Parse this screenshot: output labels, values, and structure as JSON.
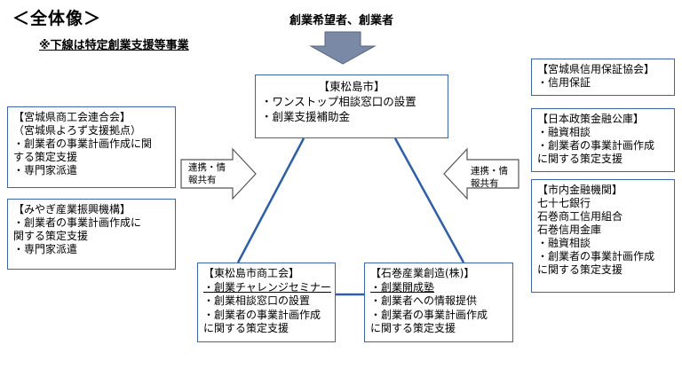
{
  "header": {
    "title": "＜全体像＞",
    "note": "※下線は特定創業支援等事業",
    "top_label": "創業希望者、創業者"
  },
  "center": {
    "title": "【東松島市】",
    "items": [
      "・ワンストップ相談窓口の設置",
      "・創業支援補助金"
    ]
  },
  "left_arrow_label": [
    "連携・情",
    "報共有"
  ],
  "right_arrow_label": [
    "連携・情",
    "報共有"
  ],
  "left_boxes": [
    {
      "lines": [
        "【宮城県商工会連合会】",
        "（宮城県よろず支援拠点）",
        "・創業者の事業計画作成に関",
        "する策定支援",
        "・専門家派遣"
      ]
    },
    {
      "lines": [
        "【みやぎ産業振興機構】",
        "・創業者の事業計画作成に",
        "関する策定支援",
        "・専門家派遣"
      ]
    }
  ],
  "right_boxes": [
    {
      "lines": [
        "【宮城県信用保証協会】",
        "・信用保証"
      ]
    },
    {
      "lines": [
        "【日本政策金融公庫】",
        "・融資相談",
        "・創業者の事業計画作成",
        "に関する策定支援"
      ]
    },
    {
      "lines": [
        "【市内金融機関】",
        "七十七銀行",
        "石巻商工信用組合",
        "石巻信用金庫",
        "・融資相談",
        "・創業者の事業計画作成",
        "に関する策定支援"
      ]
    }
  ],
  "bottom_left": {
    "lines": [
      "【東松島市商工会】",
      "・創業チャレンジセミナー",
      "・創業相談窓口の設置",
      "・創業者の事業計画作成",
      "に関する策定支援"
    ],
    "underlined": [
      1
    ]
  },
  "bottom_right": {
    "lines": [
      "【石巻産業創造(株)】",
      "・創業開成塾",
      "・創業者への情報提供",
      "・創業者の事業計画作成",
      "に関する策定支援"
    ],
    "underlined": [
      1
    ]
  }
}
